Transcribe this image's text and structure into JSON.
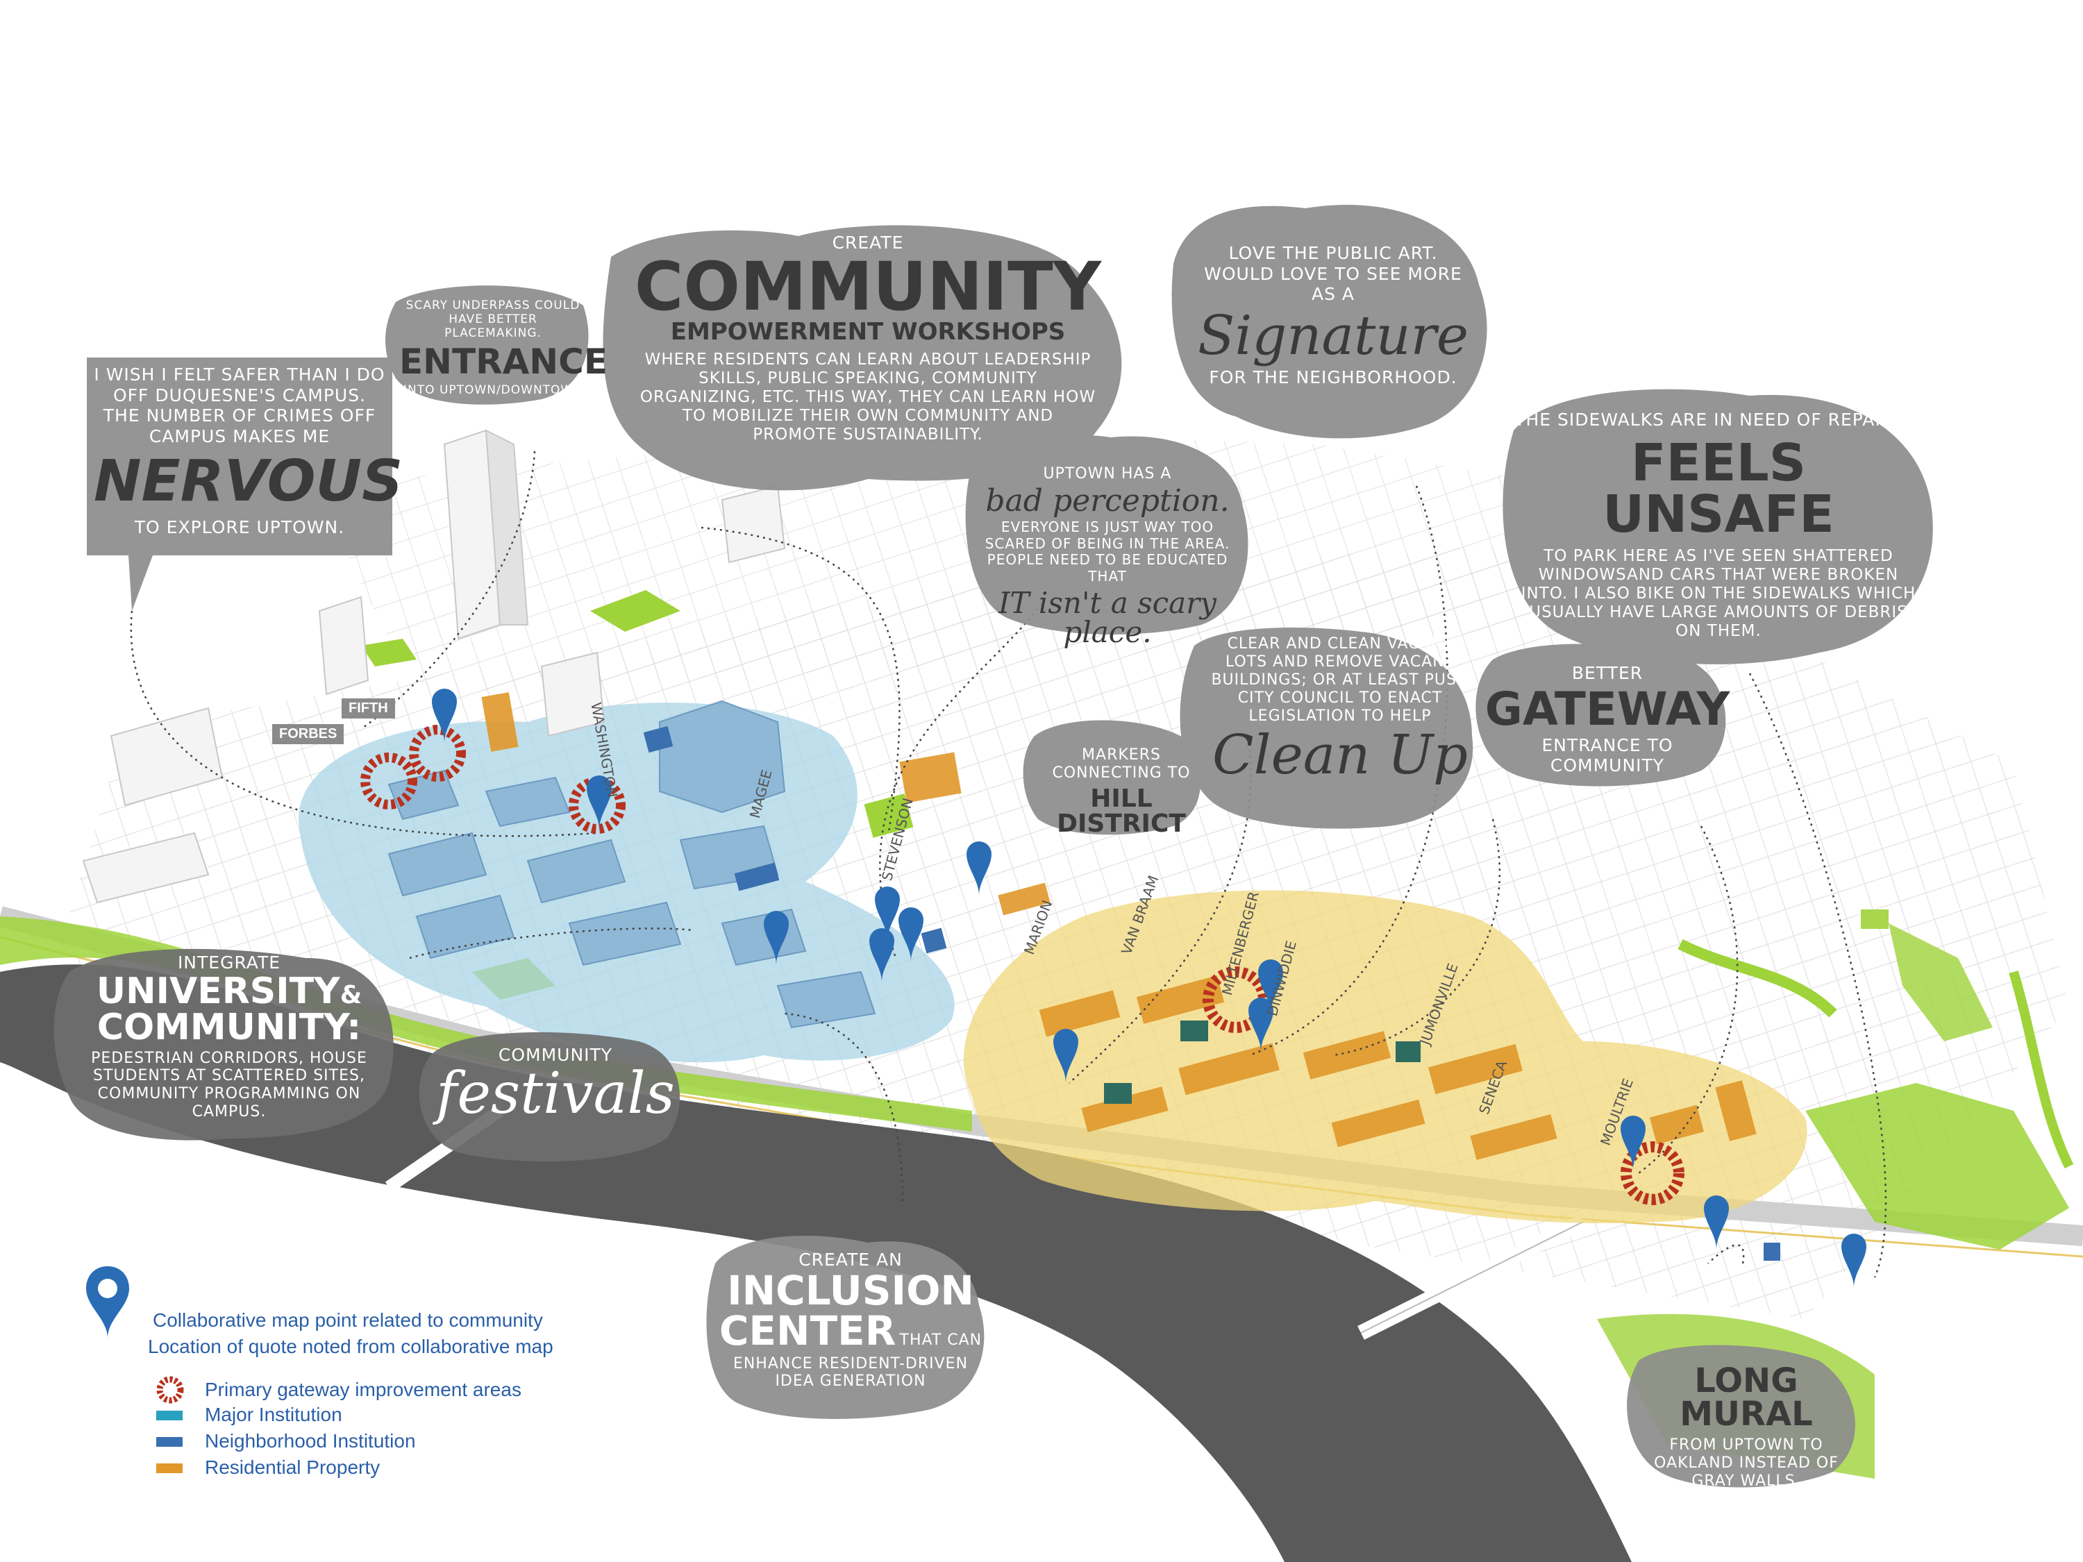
{
  "colors": {
    "river": "#5a5a5a",
    "bubble": "#8c8c8c",
    "bubble_dark": "#6e6e6e",
    "university_zone": "#a9d4e6",
    "neighborhood_zone": "#f0d77a",
    "green": "#9fd33a",
    "pin": "#2a6db5",
    "gateway": "#b8321f",
    "major_institution": "#2aa0c0",
    "neighborhood_institution": "#3a6fb0",
    "residential_property": "#e0982a"
  },
  "streets": {
    "fifth": "FIFTH",
    "forbes": "FORBES",
    "washington": "WASHINGTON",
    "magee": "MAGEE",
    "stevenson": "STEVENSON",
    "marion": "MARION",
    "van_braam": "VAN BRAAM",
    "miltenberger": "MILTENBERGER",
    "dinwiddie": "DINWIDDIE",
    "jumonville": "JUMONVILLE",
    "seneca": "SENECA",
    "moultrie": "MOULTRIE"
  },
  "bubbles": {
    "nervous": {
      "line1": "I WISH I FELT SAFER THAN I DO OFF DUQUESNE'S CAMPUS. THE NUMBER OF CRIMES OFF CAMPUS MAKES ME",
      "headline": "NERVOUS",
      "line2": "TO EXPLORE UPTOWN."
    },
    "entrance": {
      "line1": "SCARY UNDERPASS COULD HAVE BETTER PLACEMAKING.",
      "headline": "ENTRANCE",
      "line2": "INTO UPTOWN/DOWNTOWN"
    },
    "community": {
      "line1": "CREATE",
      "headline": "COMMUNITY",
      "sub": "EMPOWERMENT WORKSHOPS",
      "line2": "WHERE RESIDENTS CAN LEARN ABOUT LEADERSHIP SKILLS, PUBLIC SPEAKING, COMMUNITY ORGANIZING, ETC. THIS WAY, THEY CAN LEARN HOW TO MOBILIZE THEIR OWN COMMUNITY AND PROMOTE SUSTAINABILITY."
    },
    "perception": {
      "line1": "UPTOWN HAS A",
      "script1": "bad perception.",
      "line2": "EVERYONE IS JUST WAY TOO SCARED OF BEING IN THE AREA. PEOPLE NEED TO BE EDUCATED THAT",
      "script2": "IT isn't a scary place."
    },
    "signature": {
      "line1": "LOVE THE PUBLIC ART. WOULD LOVE TO SEE MORE AS A",
      "script": "Signature",
      "line2": "FOR THE NEIGHBORHOOD."
    },
    "feels_unsafe": {
      "line1": "THE SIDEWALKS ARE IN NEED OF REPAIR. IT",
      "headline": "FEELS UNSAFE",
      "line2": "TO PARK HERE AS I'VE SEEN SHATTERED WINDOWSAND CARS THAT WERE BROKEN INTO. I ALSO BIKE ON THE SIDEWALKS WHICH USUALLY HAVE LARGE AMOUNTS OF DEBRIS ON THEM."
    },
    "cleanup": {
      "line1": "CLEAR AND CLEAN VACANT LOTS AND REMOVE VACANT BUILDINGS; OR AT LEAST PUSH CITY COUNCIL TO ENACT LEGISLATION TO HELP",
      "script": "Clean Up"
    },
    "hill_district": {
      "line1": "MARKERS CONNECTING TO",
      "headline": "HILL DISTRICT"
    },
    "gateway": {
      "line1": "BETTER",
      "headline": "GATEWAY",
      "line2": "ENTRANCE TO COMMUNITY"
    },
    "integrate": {
      "line1": "INTEGRATE",
      "headline1": "UNIVERSITY",
      "amp": "&",
      "headline2": "COMMUNITY:",
      "line2": "PEDESTRIAN CORRIDORS, HOUSE STUDENTS AT SCATTERED SITES, COMMUNITY PROGRAMMING ON CAMPUS."
    },
    "festivals": {
      "line1": "COMMUNITY",
      "script": "festivals"
    },
    "inclusion": {
      "line1": "CREATE AN",
      "headline1": "INCLUSION",
      "headline2": "CENTER",
      "that": "THAT CAN",
      "line2": "ENHANCE RESIDENT-DRIVEN IDEA GENERATION"
    },
    "mural": {
      "headline": "LONG MURAL",
      "line2": "FROM UPTOWN TO OAKLAND INSTEAD OF GRAY WALLS."
    }
  },
  "legend": {
    "pin_line1": "Collaborative map point related to community",
    "pin_line2": "Location of quote noted from collaborative map",
    "gateway": "Primary gateway improvement areas",
    "major": "Major Institution",
    "neighborhood": "Neighborhood Institution",
    "residential": "Residential Property"
  }
}
